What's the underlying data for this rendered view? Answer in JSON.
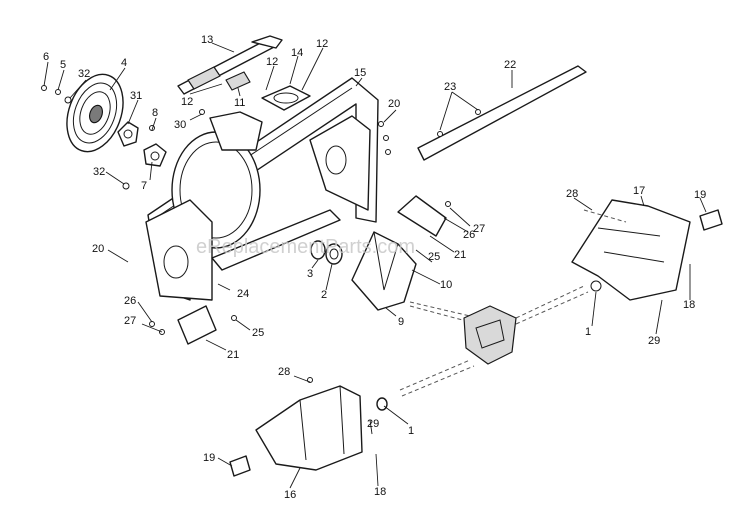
{
  "watermark": "eReplacementParts.com",
  "callouts": [
    {
      "id": "c6",
      "label": "6"
    },
    {
      "id": "c5",
      "label": "5"
    },
    {
      "id": "c32a",
      "label": "32"
    },
    {
      "id": "c4",
      "label": "4"
    },
    {
      "id": "c13",
      "label": "13"
    },
    {
      "id": "c14",
      "label": "14"
    },
    {
      "id": "c12a",
      "label": "12"
    },
    {
      "id": "c12b",
      "label": "12"
    },
    {
      "id": "c12c",
      "label": "12"
    },
    {
      "id": "c11",
      "label": "11"
    },
    {
      "id": "c15",
      "label": "15"
    },
    {
      "id": "c31",
      "label": "31"
    },
    {
      "id": "c30",
      "label": "30"
    },
    {
      "id": "c8",
      "label": "8"
    },
    {
      "id": "c7",
      "label": "7"
    },
    {
      "id": "c32b",
      "label": "32"
    },
    {
      "id": "c20a",
      "label": "20"
    },
    {
      "id": "c22",
      "label": "22"
    },
    {
      "id": "c23",
      "label": "23"
    },
    {
      "id": "c28a",
      "label": "28"
    },
    {
      "id": "c17",
      "label": "17"
    },
    {
      "id": "c19a",
      "label": "19"
    },
    {
      "id": "c27a",
      "label": "27"
    },
    {
      "id": "c26a",
      "label": "26"
    },
    {
      "id": "c21a",
      "label": "21"
    },
    {
      "id": "c25a",
      "label": "25"
    },
    {
      "id": "c10",
      "label": "10"
    },
    {
      "id": "c3",
      "label": "3"
    },
    {
      "id": "c2",
      "label": "2"
    },
    {
      "id": "c20b",
      "label": "20"
    },
    {
      "id": "c24",
      "label": "24"
    },
    {
      "id": "c9",
      "label": "9"
    },
    {
      "id": "c26b",
      "label": "26"
    },
    {
      "id": "c27b",
      "label": "27"
    },
    {
      "id": "c25b",
      "label": "25"
    },
    {
      "id": "c21b",
      "label": "21"
    },
    {
      "id": "c1a",
      "label": "1"
    },
    {
      "id": "c18a",
      "label": "18"
    },
    {
      "id": "c29a",
      "label": "29"
    },
    {
      "id": "c28b",
      "label": "28"
    },
    {
      "id": "c1b",
      "label": "1"
    },
    {
      "id": "c29b",
      "label": "29"
    },
    {
      "id": "c19b",
      "label": "19"
    },
    {
      "id": "c16",
      "label": "16"
    },
    {
      "id": "c18b",
      "label": "18"
    }
  ]
}
